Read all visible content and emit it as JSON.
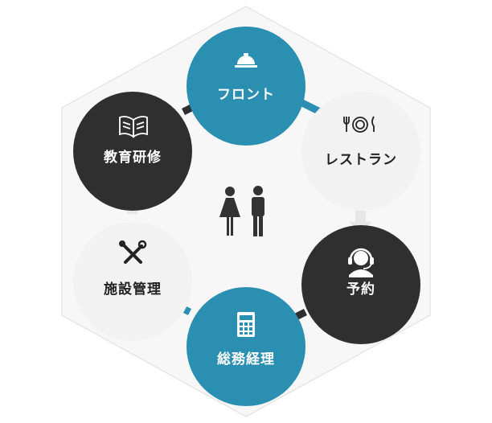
{
  "nodes": [
    {
      "id": "front",
      "label": "フロント",
      "icon": "service-bell-icon",
      "color": "#2a8fb1",
      "text_color": "#ffffff"
    },
    {
      "id": "restaurant",
      "label": "レストラン",
      "icon": "plate-fork-knife-icon",
      "color": "#f2f2f2",
      "text_color": "#222222"
    },
    {
      "id": "reservation",
      "label": "予約",
      "icon": "headset-operator-icon",
      "color": "#2f2f2f",
      "text_color": "#ffffff"
    },
    {
      "id": "general-affairs",
      "label": "総務経理",
      "icon": "calculator-icon",
      "color": "#2a8fb1",
      "text_color": "#ffffff"
    },
    {
      "id": "facility",
      "label": "施設管理",
      "icon": "tools-icon",
      "color": "#f2f2f2",
      "text_color": "#222222"
    },
    {
      "id": "training",
      "label": "教育研修",
      "icon": "open-book-icon",
      "color": "#2f2f2f",
      "text_color": "#ffffff"
    }
  ],
  "center_icon": "people-icon",
  "colors": {
    "background_hexagon": "#f7f7f7",
    "hexagon_stroke": "#e6e6e6",
    "arrow_dark": "#2f2f2f",
    "arrow_blue": "#2a8fb1",
    "arrow_light": "#f2f2f2"
  }
}
